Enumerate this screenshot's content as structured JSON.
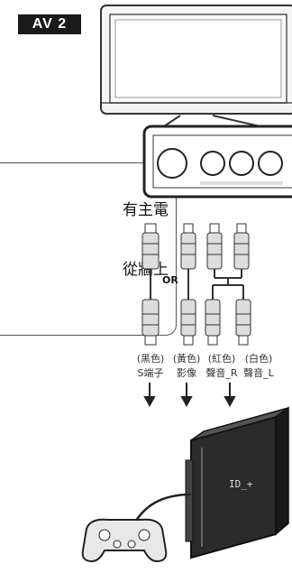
{
  "badge": {
    "label": "AV 2"
  },
  "note": {
    "line1": "有主電",
    "line2": "從牆上"
  },
  "connector_word": "OR",
  "cables": [
    {
      "color": "(黑色)",
      "name": "S端子"
    },
    {
      "color": "(黃色)",
      "name": "影像"
    },
    {
      "color": "(紅色)",
      "name": "聲音_R"
    },
    {
      "color": "(白色)",
      "name": "聲音_L"
    }
  ],
  "console_logo": "ID_+",
  "colors": {
    "badge_bg": "#1a1a1a",
    "line": "#333333",
    "console": "#2b2b2b"
  }
}
